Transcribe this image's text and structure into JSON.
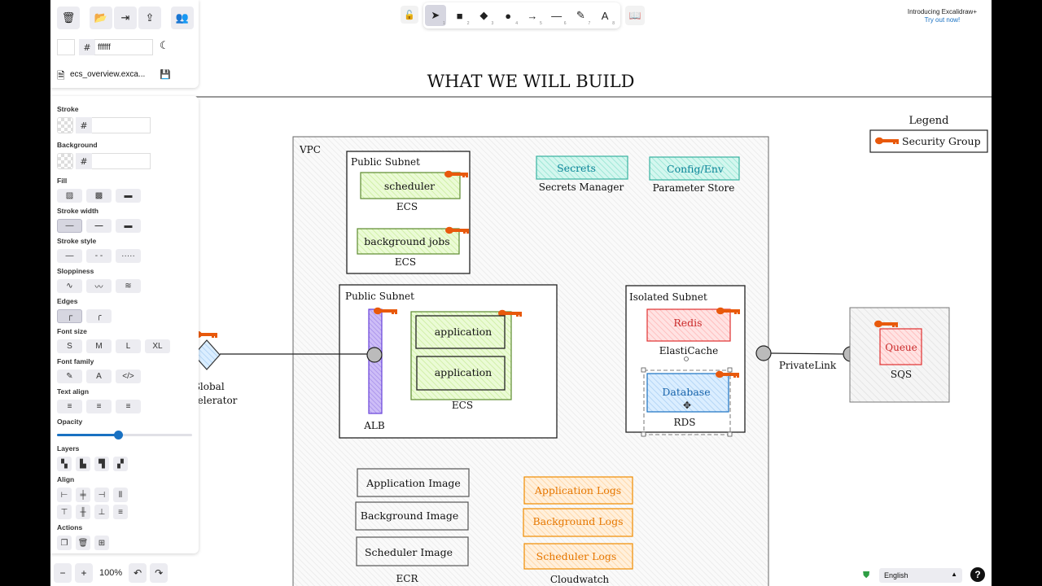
{
  "file": {
    "name": "ecs_overview.exca...",
    "bg_hex": "ffffff"
  },
  "toolbar": {
    "tools": [
      {
        "name": "selection-tool",
        "icon": "cursor-icon",
        "glyph": "➤",
        "num": "1"
      },
      {
        "name": "rectangle-tool",
        "icon": "square-icon",
        "glyph": "■",
        "num": "2"
      },
      {
        "name": "diamond-tool",
        "icon": "diamond-icon",
        "glyph": "◆",
        "num": "3"
      },
      {
        "name": "ellipse-tool",
        "icon": "circle-icon",
        "glyph": "●",
        "num": "4"
      },
      {
        "name": "arrow-tool",
        "icon": "arrow-icon",
        "glyph": "→",
        "num": "5"
      },
      {
        "name": "line-tool",
        "icon": "line-icon",
        "glyph": "—",
        "num": "6"
      },
      {
        "name": "draw-tool",
        "icon": "pencil-icon",
        "glyph": "✎",
        "num": "7"
      },
      {
        "name": "text-tool",
        "icon": "text-icon",
        "glyph": "A",
        "num": "8"
      }
    ]
  },
  "promo": {
    "line1": "Introducing Excalidraw+",
    "line2": "Try out now!"
  },
  "props": {
    "stroke_label": "Stroke",
    "background_label": "Background",
    "fill_label": "Fill",
    "stroke_width_label": "Stroke width",
    "stroke_style_label": "Stroke style",
    "sloppiness_label": "Sloppiness",
    "edges_label": "Edges",
    "font_size_label": "Font size",
    "font_sizes": [
      "S",
      "M",
      "L",
      "XL"
    ],
    "font_family_label": "Font family",
    "text_align_label": "Text align",
    "opacity_label": "Opacity",
    "opacity_value": 0.45,
    "layers_label": "Layers",
    "align_label": "Align",
    "actions_label": "Actions"
  },
  "zoom": {
    "value": "100%"
  },
  "language": "English",
  "colors": {
    "accent": "#1971c2",
    "security_group": "#e8590c",
    "green_fill": "#d8f5a2",
    "teal_fill": "#c3fae8",
    "red_fill": "#ffc9c9",
    "blue_fill": "#a5d8ff",
    "orange_fill": "#ffd8a8",
    "purple_fill": "#d0bfff"
  },
  "diagram": {
    "title": "WHAT WE WILL BUILD",
    "legend_title": "Legend",
    "legend_item": "Security Group",
    "vpc": "VPC",
    "public_subnet_1": "Public Subnet",
    "scheduler": "scheduler",
    "ecs_label_1": "ECS",
    "background_jobs": "background jobs",
    "ecs_label_2": "ECS",
    "secrets": "Secrets",
    "secrets_manager": "Secrets Manager",
    "config_env": "Config/Env",
    "parameter_store": "Parameter Store",
    "public_subnet_2": "Public Subnet",
    "application_1": "application",
    "application_2": "application",
    "ecs_label_3": "ECS",
    "alb": "ALB",
    "isolated_subnet": "Isolated Subnet",
    "redis": "Redis",
    "elasticache": "ElastiCache",
    "database": "Database",
    "rds": "RDS",
    "privatelink": "PrivateLink",
    "queue": "Queue",
    "sqs": "SQS",
    "global_1": "Global",
    "global_2": "Accelerator",
    "application_image": "Application Image",
    "background_image": "Background Image",
    "scheduler_image": "Scheduler Image",
    "ecr": "ECR",
    "application_logs": "Application Logs",
    "background_logs": "Background Logs",
    "scheduler_logs": "Scheduler Logs",
    "cloudwatch": "Cloudwatch"
  }
}
